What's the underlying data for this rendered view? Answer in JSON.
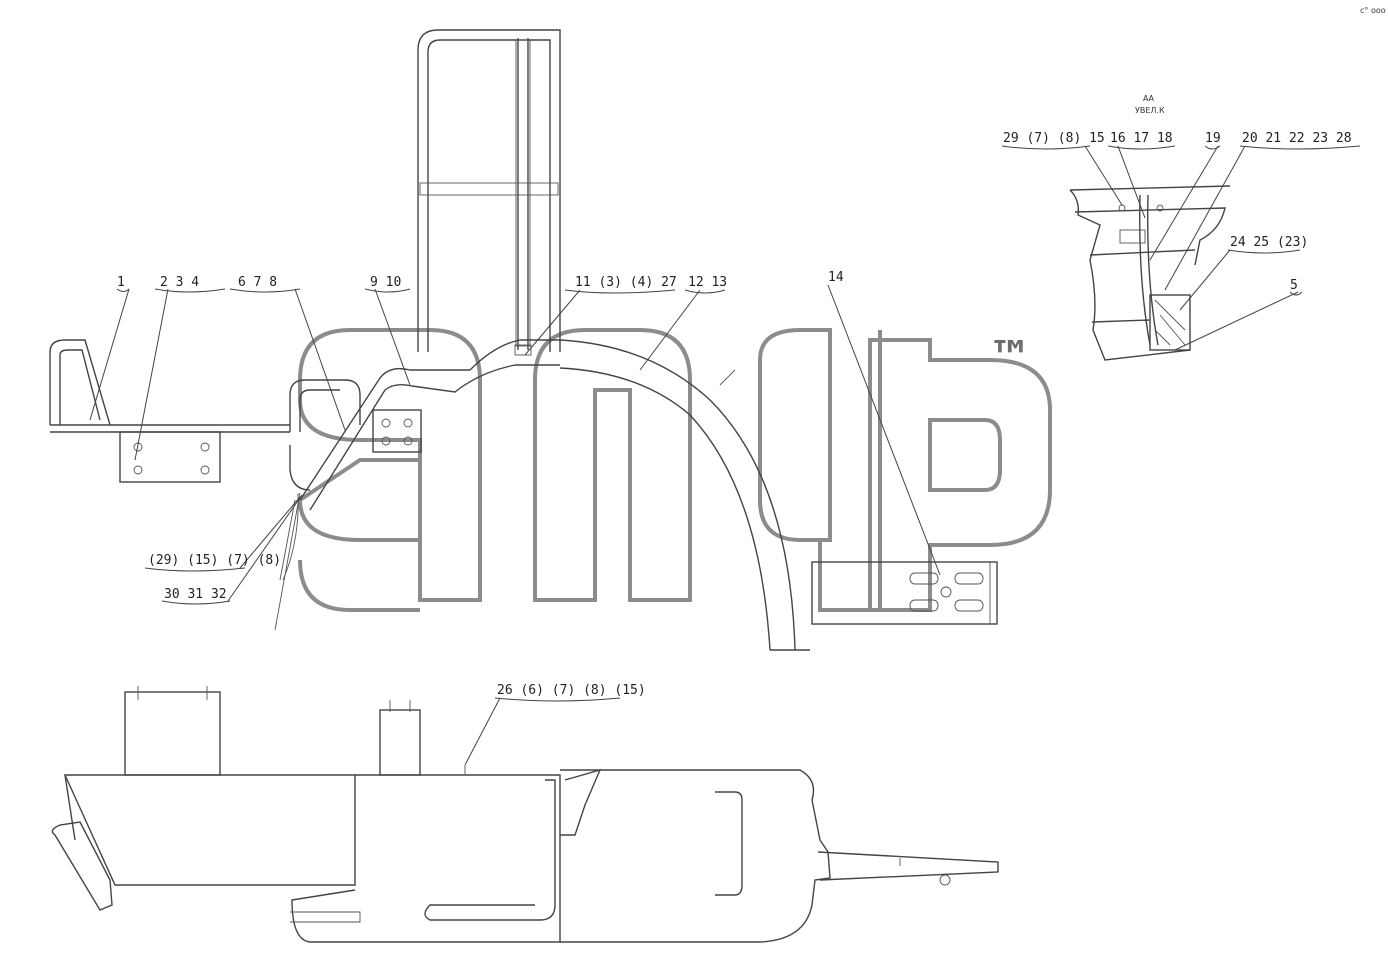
{
  "corner_mark": "c° ооо",
  "section_title": "АА",
  "section_subtitle": "УВЕЛ.К",
  "watermark_text": "™",
  "callouts": {
    "c1": "1",
    "c2": "2   3   4",
    "c3": "6   7   8",
    "c4": "9   10",
    "c5": "11   (3)  (4)  27",
    "c6": "12   13",
    "c7": "14",
    "c8": "(29)  (15)  (7)  (8)",
    "c9": "30   31   32",
    "c10": "26   (6)   (7)   (8)  (15)",
    "d1": "29   (7)   (8)   15",
    "d2": "16   17   18",
    "d3": "19",
    "d4": "20   21   22   23   28",
    "d5": "24   25  (23)",
    "d6": "5"
  }
}
